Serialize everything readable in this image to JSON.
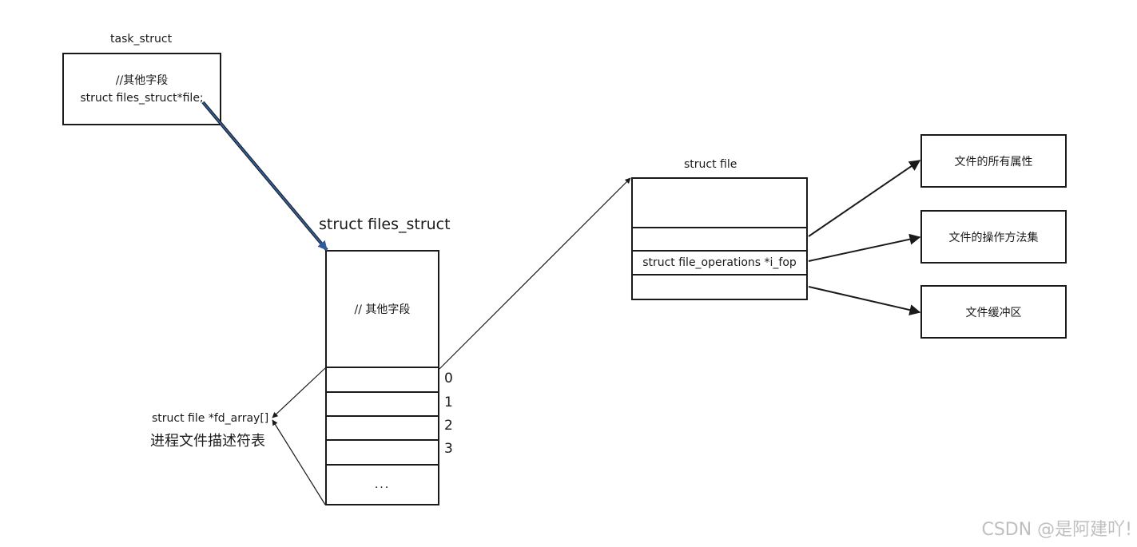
{
  "task_struct": {
    "title": "task_struct",
    "line1": "//其他字段",
    "line2": "struct files_struct*file;"
  },
  "files_struct": {
    "title": "struct files_struct",
    "other_fields": "// 其他字段",
    "indices": [
      "0",
      "1",
      "2",
      "3"
    ],
    "ellipsis": "..."
  },
  "fd_array": {
    "label": "struct file *fd_array[]",
    "caption": "进程文件描述符表"
  },
  "struct_file": {
    "title": "struct file",
    "fop": "struct file_operations *i_fop"
  },
  "targets": {
    "attributes": "文件的所有属性",
    "operations": "文件的操作方法集",
    "buffer": "文件缓冲区"
  },
  "colors": {
    "line": "#1a1a1a",
    "pointer": "#2e5d9e"
  },
  "watermark": "CSDN @是阿建吖!"
}
